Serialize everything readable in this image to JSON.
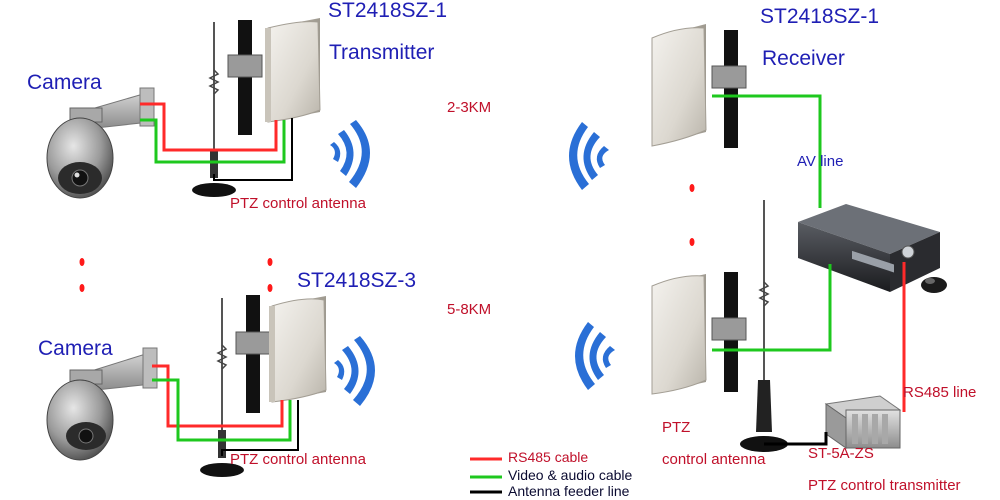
{
  "labels": {
    "tx1_model": "ST2418SZ-1",
    "tx1_role": "Transmitter",
    "rx1_model": "ST2418SZ-1",
    "rx1_role": "Receiver",
    "tx3_model": "ST2418SZ-3",
    "camera_top": "Camera",
    "camera_bottom": "Camera",
    "dist_top": "2-3KM",
    "dist_bottom": "5-8KM",
    "av_line": "AV line",
    "ptz_antenna_top": "PTZ control antenna",
    "ptz_antenna_bottom": "PTZ control antenna",
    "ptz_right_1": "PTZ",
    "ptz_right_2": "control antenna",
    "rs485_line": "RS485 line",
    "st5a": "ST-5A-ZS",
    "ptz_ctrl_tx": "PTZ control transmitter"
  },
  "legend": [
    {
      "label": "RS485 cable",
      "color": "#ff2a2a"
    },
    {
      "label": "Video & audio cable",
      "color": "#1ec81e"
    },
    {
      "label": "Antenna feeder line",
      "color": "#000000"
    }
  ],
  "colors": {
    "rs485": "#ff2a2a",
    "video": "#1ec81e",
    "feeder": "#000000",
    "model_text": "#1f1fb4",
    "annotation_text": "#c0102a",
    "signal_wave": "#2a6fd6"
  }
}
